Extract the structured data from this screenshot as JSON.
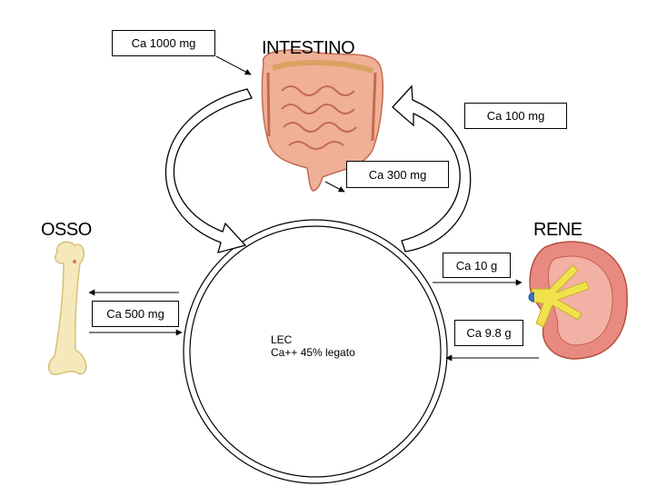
{
  "organs": {
    "intestine": "INTESTINO",
    "bone": "OSSO",
    "kidney": "RENE"
  },
  "ecf": {
    "name": "LEC",
    "subtitle": "Ca++ 45% legato"
  },
  "flows": {
    "intake": "Ca 1000 mg",
    "intestine_absorption": "Ca 300 mg",
    "intestine_secretion": "Ca 100 mg",
    "bone_exchange": "Ca 500 mg",
    "kidney_filtration": "Ca 10 g",
    "kidney_reabsorption": "Ca 9.8 g"
  },
  "icons": [
    "intestine-icon",
    "bone-icon",
    "kidney-icon"
  ],
  "colors": {
    "intestine": "#e9a48a",
    "bone": "#f3e6b4",
    "kidney_cortex": "#e98a80",
    "kidney_pelvis": "#f1e14c"
  }
}
